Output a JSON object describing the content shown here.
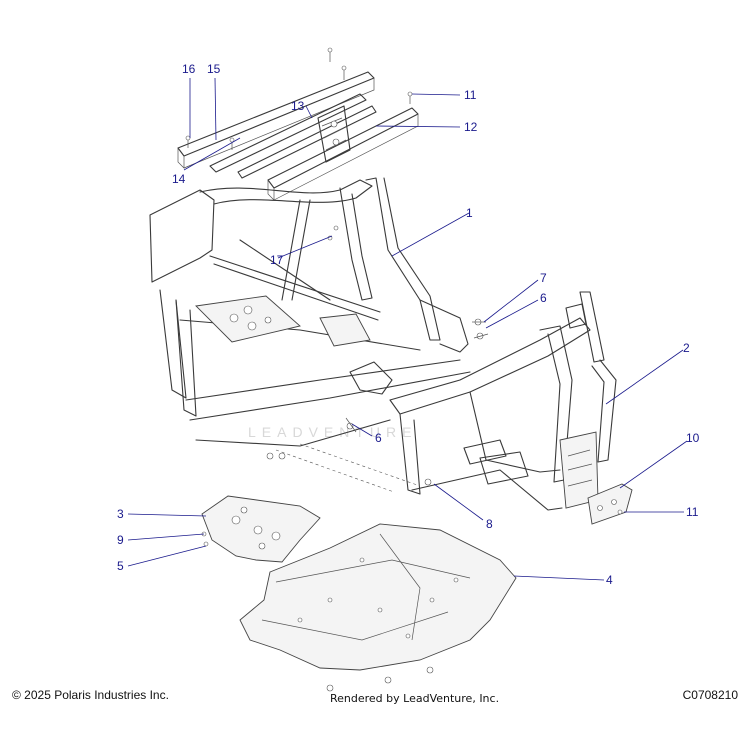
{
  "callouts": {
    "c1": "1",
    "c2": "2",
    "c3": "3",
    "c4": "4",
    "c5": "5",
    "c6a": "6",
    "c6b": "6",
    "c7": "7",
    "c8": "8",
    "c9": "9",
    "c10": "10",
    "c11a": "11",
    "c11b": "11",
    "c12": "12",
    "c13": "13",
    "c14": "14",
    "c15": "15",
    "c16": "16",
    "c17": "17"
  },
  "watermark": "LEADVENTURE",
  "footer": {
    "copyright": "© 2025 Polaris Industries Inc.",
    "rendered_by": "Rendered by LeadVenture, Inc.",
    "part_code": "C0708210"
  },
  "colors": {
    "callout": "#1a1a8c",
    "line_art": "#3a3a3a"
  }
}
